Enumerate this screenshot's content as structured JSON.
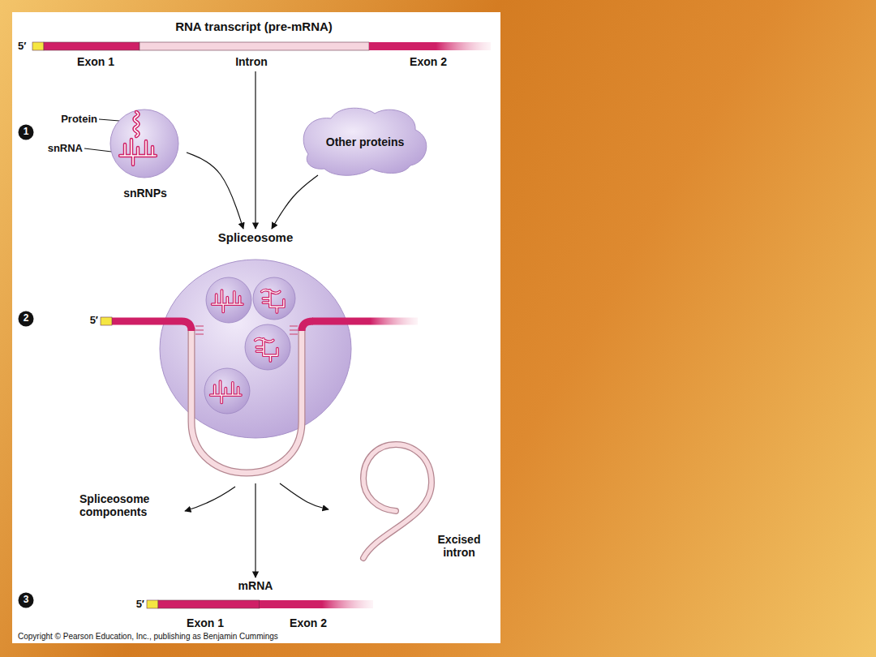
{
  "diagram": {
    "nodes": [
      {
        "text": [
          "RNA transcript (pre-mRNA)"
        ]
      },
      {
        "text": [
          "snRNPs"
        ]
      },
      {
        "text": [
          "Other proteins"
        ]
      },
      {
        "text": [
          "Spliceosome"
        ]
      },
      {
        "text": [
          "Excised intron"
        ]
      },
      {
        "text": [
          "mRNA"
        ]
      }
    ],
    "edges": [
      {
        "from": 0,
        "to": 3,
        "arrow": "to"
      },
      {
        "from": 1,
        "to": 3,
        "arrow": "to"
      },
      {
        "from": 2,
        "to": 3,
        "arrow": "to"
      },
      {
        "from": 3,
        "to": 5,
        "arrow": "to"
      },
      {
        "from": 3,
        "to": 4,
        "arrow": "to"
      }
    ],
    "labels": [
      "1",
      "Protein",
      "snRNA",
      "5′",
      "Exon 1",
      "Intron",
      "Exon 2",
      "2",
      "5′",
      "Spliceosome components",
      "3",
      "5′",
      "Exon 1",
      "Exon 2",
      "Copyright © Pearson Education, Inc., publishing as Benjamin Cummings"
    ]
  }
}
